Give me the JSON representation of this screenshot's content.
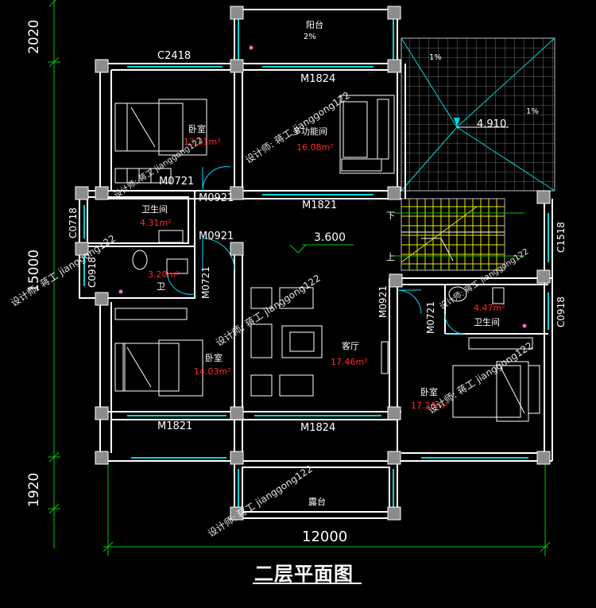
{
  "title": "二层平面图",
  "dimensions": {
    "total_width": "12000",
    "left_top": "2020",
    "left_mid": "15000",
    "left_bottom": "1920"
  },
  "rooms": {
    "balcony_top": "阳台",
    "balcony_top_slope": "2%",
    "bedroom_nw": "卧室",
    "bedroom_nw_area": "13.31m²",
    "multi_room": "多功能间",
    "multi_room_area": "16.08m²",
    "roof_slope_left": "1%",
    "roof_slope_right": "1%",
    "roof_level": "4.910",
    "bath_nw": "卫生间",
    "bath_nw_area": "4.31m²",
    "bath_w": "卫",
    "bath_w_area": "3.20m²",
    "living_level": "3.600",
    "bedroom_w": "卧室",
    "bedroom_w_area": "14.03m²",
    "living": "客厅",
    "living_area": "17.46m²",
    "bath_e": "卫生间",
    "bath_e_area": "4.47m²",
    "bedroom_e": "卧室",
    "bedroom_e_area": "17.23m²",
    "balcony_bottom": "露台",
    "stair_down": "下",
    "stair_up": "上"
  },
  "openings": {
    "c2418": "C2418",
    "m1824_top": "M1824",
    "m0721_a": "M0721",
    "m0921_a": "M0921",
    "m1821_mid": "M1821",
    "m0921_b": "M0921",
    "c0718": "C0718",
    "c0918_w": "C0918",
    "m0721_b": "M0721",
    "m0921_c": "M0921",
    "m0721_c": "M0721",
    "c1518": "C1518",
    "c0918_e": "C0918",
    "m1821_bottom": "M1821",
    "m1824_bottom": "M1824"
  },
  "watermarks": [
    "设计师: 蒋工 jianggong122",
    "设计师: 蒋工 jianggong122",
    "设计师: 蒋工 jianggong122",
    "设计师: 蒋工 jianggong122",
    "设计师: 蒋工 jianggong122",
    "设计师: 蒋工 jianggong122",
    "设计师: 蒋工 jianggong122"
  ],
  "colors": {
    "background": "#000000",
    "walls": "#ffffff",
    "columns": "#8c8c8c",
    "windows": "#00d8d8",
    "dimension_lines": "#00c800",
    "area_text": "#ff2a2a",
    "stairs": "#e8e800",
    "doors": "#00d8ff"
  }
}
